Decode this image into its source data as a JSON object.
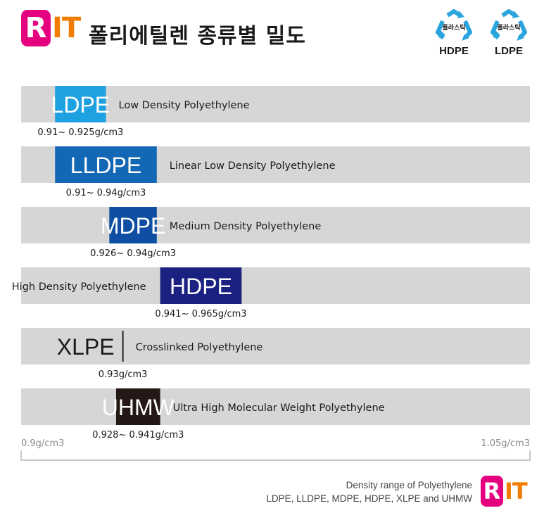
{
  "header": {
    "logo_r": "R",
    "logo_it": "IT",
    "title": "폴리에틸렌 종류별 밀도"
  },
  "recycle_icons": [
    {
      "inner_text": "플라스틱",
      "label": "HDPE"
    },
    {
      "inner_text": "플라스틱",
      "label": "LDPE"
    }
  ],
  "colors": {
    "track": "#d6d6d6",
    "ldpe": "#1ea1e0",
    "lldpe": "#1368b6",
    "mdpe": "#0f4fa3",
    "hdpe": "#1b2180",
    "uhmw": "#231815",
    "logo_r": "#e4007f",
    "logo_it": "#f07d00",
    "recycle": "#2aa4dc"
  },
  "chart_data": {
    "type": "bar",
    "orientation": "horizontal-range",
    "xlim": [
      0.9,
      1.05
    ],
    "x_start_label": "0.9g/cm3",
    "x_end_label": "1.05g/cm3",
    "series": [
      {
        "name": "LDPE",
        "range": [
          0.91,
          0.925
        ],
        "range_label": "0.91~ 0.925g/cm3",
        "description": "Low Density Polyethylene",
        "color_key": "ldpe"
      },
      {
        "name": "LLDPE",
        "range": [
          0.91,
          0.94
        ],
        "range_label": "0.91~ 0.94g/cm3",
        "description": "Linear Low Density Polyethylene",
        "color_key": "lldpe"
      },
      {
        "name": "MDPE",
        "range": [
          0.926,
          0.94
        ],
        "range_label": "0.926~ 0.94g/cm3",
        "description": "Medium Density Polyethylene",
        "color_key": "mdpe"
      },
      {
        "name": "HDPE",
        "range": [
          0.941,
          0.965
        ],
        "range_label": "0.941~ 0.965g/cm3",
        "description": "High Density Polyethylene",
        "color_key": "hdpe"
      },
      {
        "name": "XLPE",
        "value": 0.93,
        "range_label": "0.93g/cm3",
        "description": "Crosslinked Polyethylene",
        "color_key": "uhmw"
      },
      {
        "name": "UHMW",
        "range": [
          0.928,
          0.941
        ],
        "range_label": "0.928~ 0.941g/cm3",
        "description": "Ultra High Molecular Weight Polyethylene",
        "color_key": "uhmw"
      }
    ]
  },
  "footer": {
    "line1": "Density range of Polyethylene",
    "line2": "LDPE, LLDPE, MDPE, HDPE, XLPE and UHMW"
  }
}
